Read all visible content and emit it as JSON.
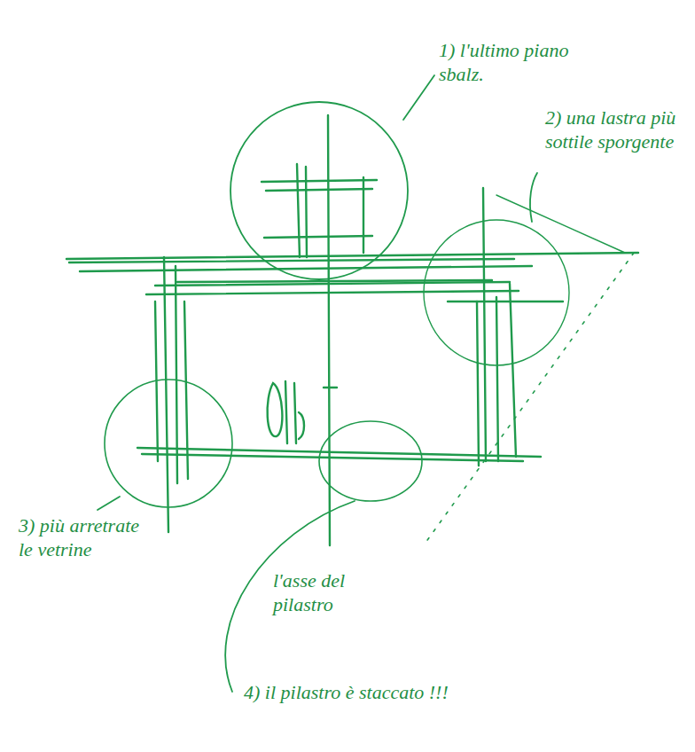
{
  "diagram": {
    "labels": [
      "1) l'ultimo piano sbalz.",
      "2) una lastra più sottile sporgente",
      "3) più arretrate le vetrine",
      "l'asse del pilastro",
      "4) il pilastro è staccato !!!"
    ]
  }
}
